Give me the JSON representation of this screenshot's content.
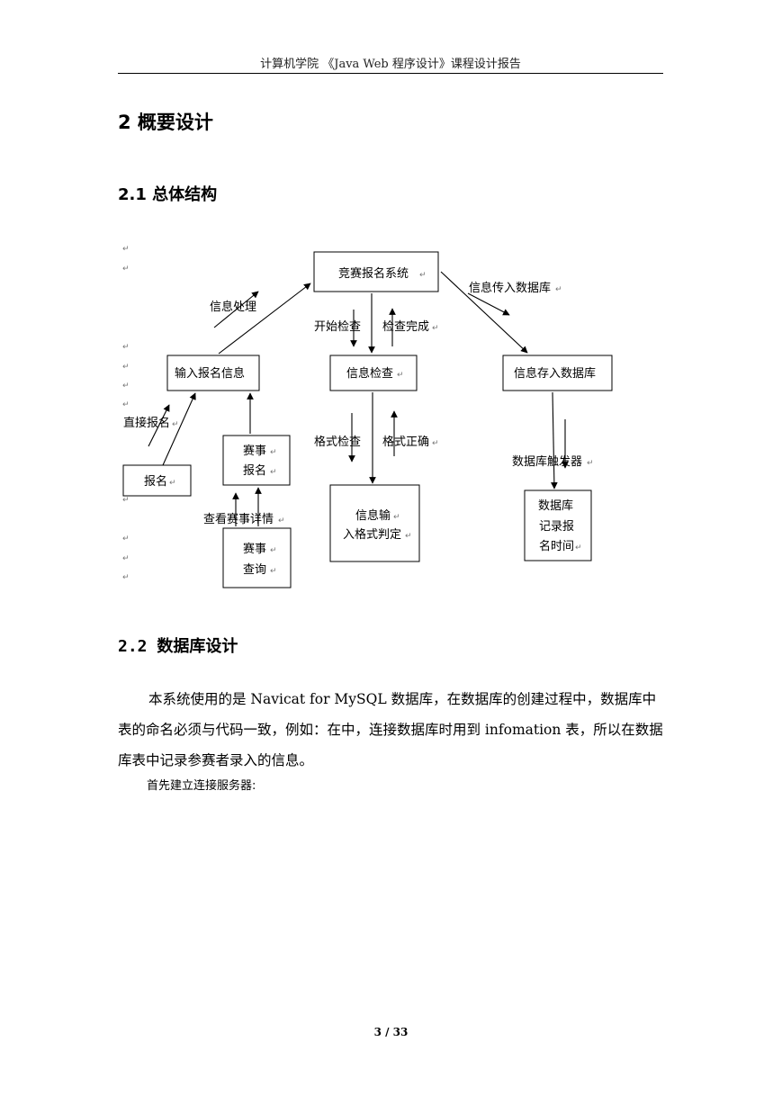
{
  "header": {
    "text": "计算机学院 《Java Web 程序设计》课程设计报告"
  },
  "section_title": "2 概要设计",
  "subsection_1": "2.1 总体结构",
  "subsection_2": "2.2 数据库设计",
  "diagram": {
    "boxes": {
      "system": "竞赛报名系统",
      "input_info": "输入报名信息",
      "info_check": "信息检查",
      "store_db": "信息存入数据库",
      "signup": "报名",
      "event_signup": [
        "赛事",
        "报名"
      ],
      "event_query": [
        "赛事",
        "查询"
      ],
      "format_judge": [
        "信息输",
        "入格式判定"
      ],
      "db_record_time": [
        "数据库",
        "记录报",
        "名时间"
      ]
    },
    "labels": {
      "info_process": "信息处理",
      "start_check": "开始检查",
      "check_done": "检查完成",
      "to_db": "信息传入数据库",
      "direct_signup": "直接报名",
      "format_check": "格式检查",
      "format_ok": "格式正确",
      "db_trigger": "数据库触发器",
      "view_event_detail": "查看赛事详情"
    },
    "return_mark": "↵"
  },
  "body": {
    "paragraph_1": "本系统使用的是 Navicat for MySQL 数据库，在数据库的创建过程中，数据库中表的命名必须与代码一致，例如：在中，连接数据库时用到 infomation 表，所以在数据库表中记录参赛者录入的信息。",
    "paragraph_2": "首先建立连接服务器:"
  },
  "footer": {
    "page": "3 / 33"
  }
}
